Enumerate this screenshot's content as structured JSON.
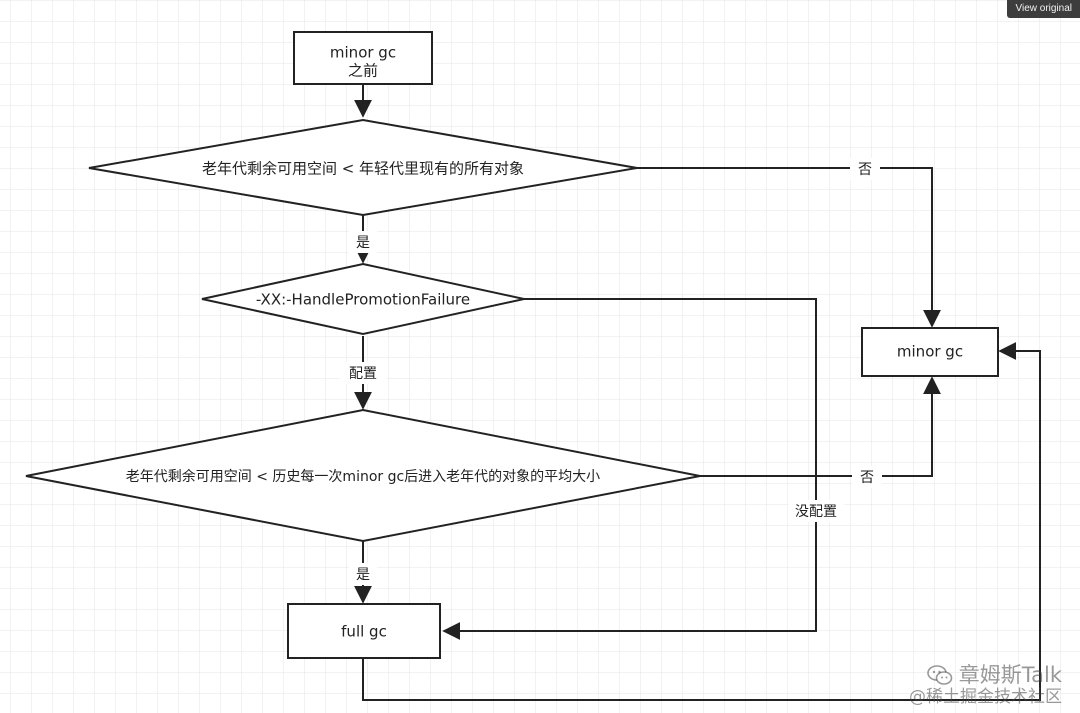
{
  "header": {
    "view_original": "View original"
  },
  "nodes": {
    "start": {
      "line1": "minor gc",
      "line2": "之前"
    },
    "decision1": "老年代剩余可用空间 < 年轻代里现有的所有对象",
    "decision2": "-XX:-HandlePromotionFailure",
    "decision3": "老年代剩余可用空间 < 历史每一次minor gc后进入老年代的对象的平均大小",
    "minor_gc": "minor gc",
    "full_gc": "full gc"
  },
  "edges": {
    "d1_yes": "是",
    "d1_no": "否",
    "d2_configured": "配置",
    "d2_not_configured": "没配置",
    "d3_yes": "是",
    "d3_no": "否"
  },
  "watermark": {
    "line1": "章姆斯Talk",
    "line2": "@稀土掘金技术社区"
  },
  "colors": {
    "stroke": "#222222",
    "grid": "#e6e6e6",
    "background": "#ffffff"
  }
}
